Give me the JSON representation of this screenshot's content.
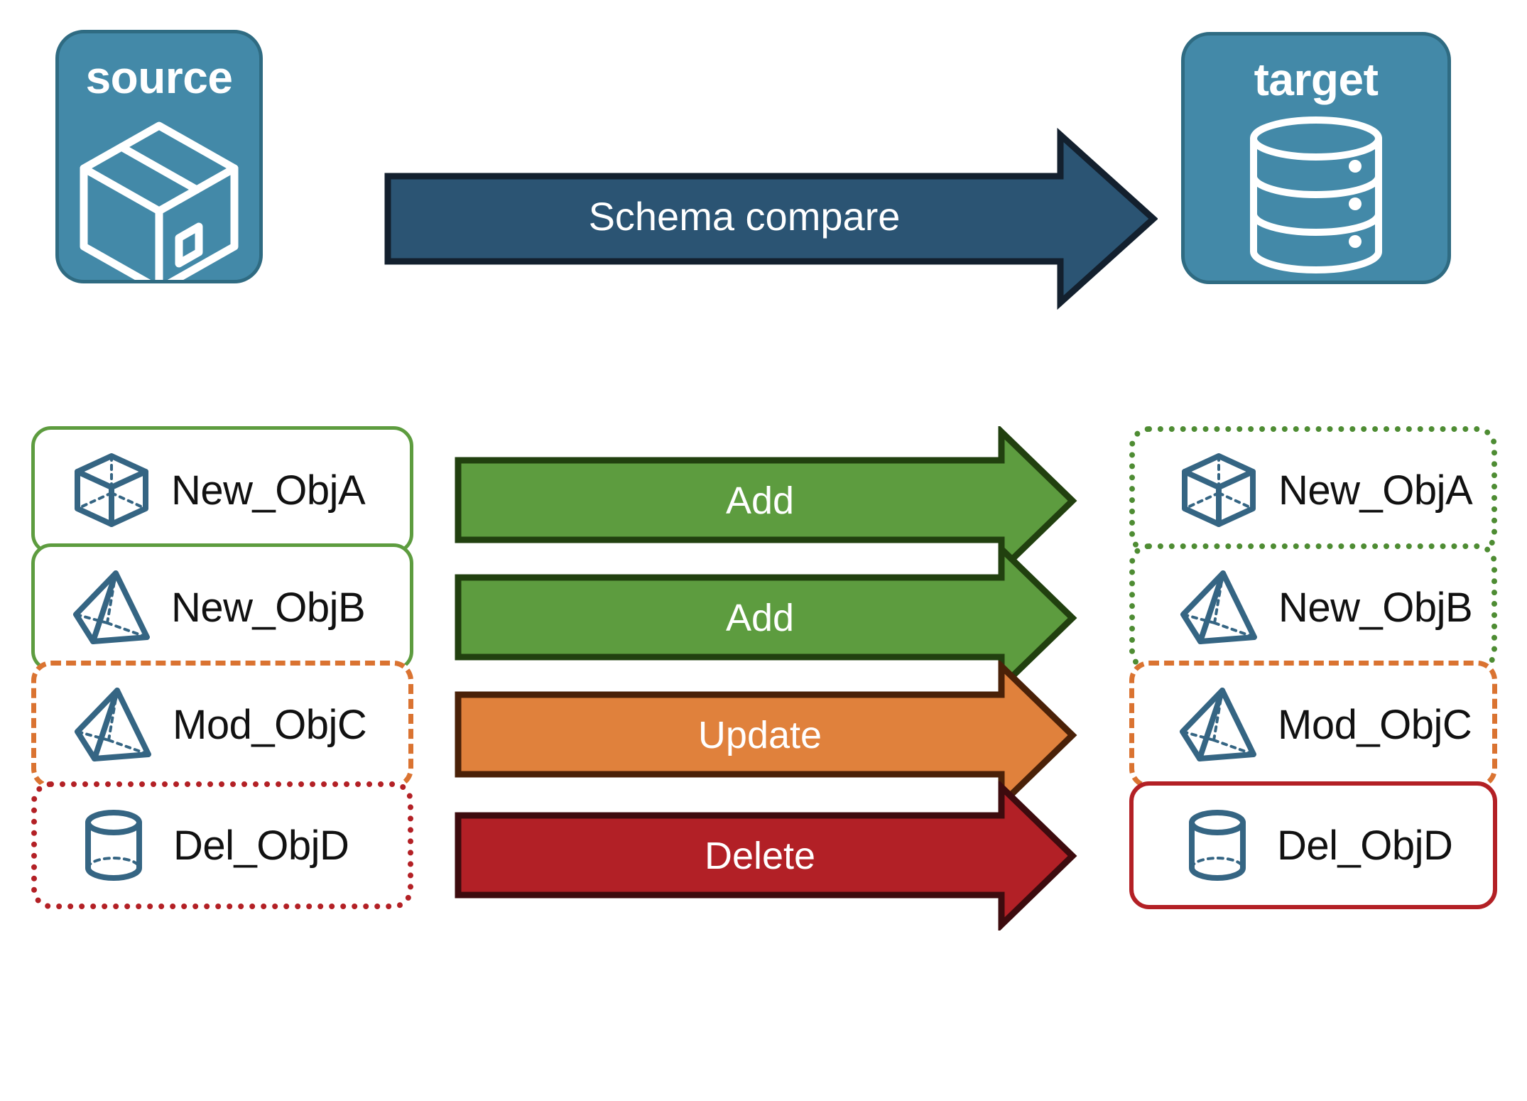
{
  "diagram": {
    "title_source": "source",
    "title_target": "target",
    "compare_arrow_label": "Schema compare",
    "source_icon": "package-box-icon",
    "target_icon": "database-cylinder-icon"
  },
  "colors": {
    "endpoint_fill": "#4389a8",
    "endpoint_border": "#2f6b82",
    "compare_arrow_fill": "#2b5473",
    "compare_arrow_border": "#13202e",
    "add_fill": "#5d9c3f",
    "add_border": "#21400f",
    "update_fill": "#e0813c",
    "update_border": "#4a2108",
    "delete_fill": "#b22026",
    "delete_border": "#3d0b0e",
    "object_icon": "#356583",
    "label_text": "#111111"
  },
  "rows": [
    {
      "action": "Add",
      "source": {
        "label": "New_ObjA",
        "icon": "cube-wireframe-icon",
        "border_style": "green-solid"
      },
      "target": {
        "label": "New_ObjA",
        "icon": "cube-wireframe-icon",
        "border_style": "green-dotted"
      }
    },
    {
      "action": "Add",
      "source": {
        "label": "New_ObjB",
        "icon": "pyramid-wireframe-icon",
        "border_style": "green-solid"
      },
      "target": {
        "label": "New_ObjB",
        "icon": "pyramid-wireframe-icon",
        "border_style": "green-dotted"
      }
    },
    {
      "action": "Update",
      "source": {
        "label": "Mod_ObjC",
        "icon": "pyramid-wireframe-icon",
        "border_style": "orange-dashed"
      },
      "target": {
        "label": "Mod_ObjC",
        "icon": "pyramid-wireframe-icon",
        "border_style": "orange-dashed"
      }
    },
    {
      "action": "Delete",
      "source": {
        "label": "Del_ObjD",
        "icon": "cylinder-wireframe-icon",
        "border_style": "red-dotted"
      },
      "target": {
        "label": "Del_ObjD",
        "icon": "cylinder-wireframe-icon",
        "border_style": "red-solid"
      }
    }
  ]
}
